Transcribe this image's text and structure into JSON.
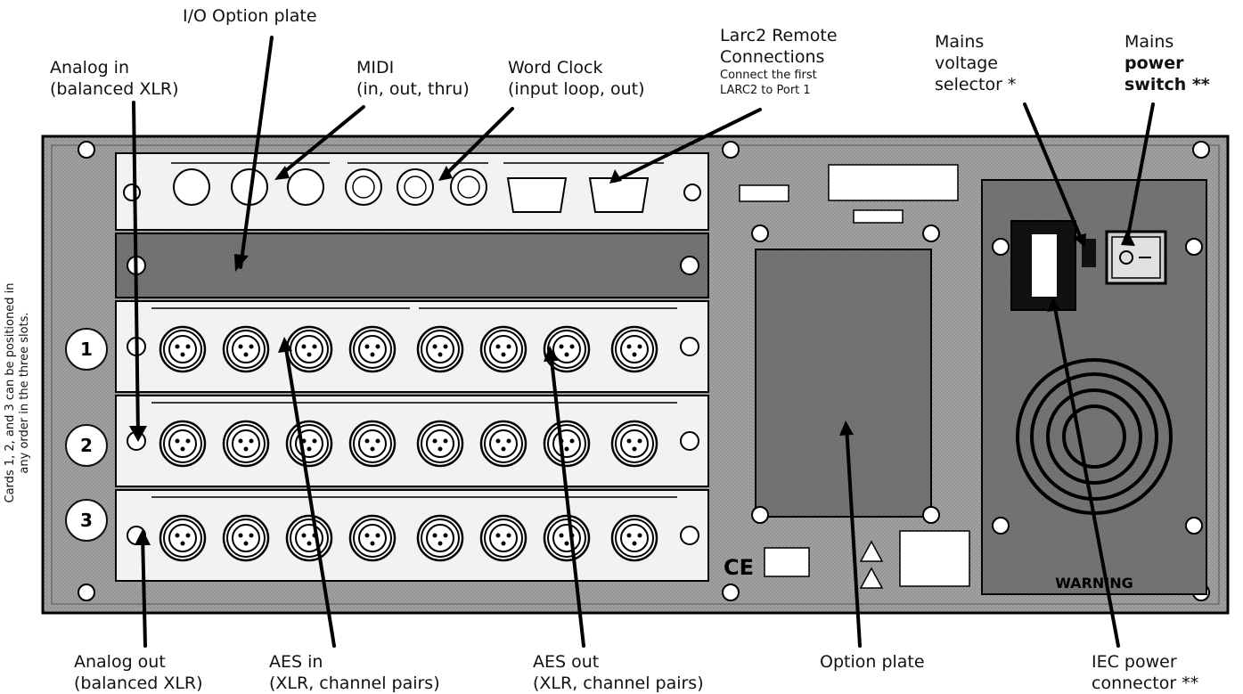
{
  "labels": {
    "io_option_plate": "I/O Option plate",
    "analog_in": [
      "Analog in",
      "(balanced XLR)"
    ],
    "midi": [
      "MIDI",
      "(in, out, thru)"
    ],
    "word_clock": [
      "Word Clock",
      "(input loop, out)"
    ],
    "larc2": [
      "Larc2 Remote",
      "Connections"
    ],
    "larc2_note": [
      "Connect the first",
      "LARC2 to Port 1"
    ],
    "mains_voltage": [
      "Mains",
      "voltage",
      "selector *"
    ],
    "mains_power": [
      "Mains"
    ],
    "mains_power_bold": [
      "power",
      "switch **"
    ],
    "analog_out": [
      "Analog out",
      "(balanced XLR)"
    ],
    "aes_in": [
      "AES in",
      "(XLR, channel pairs)"
    ],
    "aes_out": [
      "AES out",
      "(XLR, channel pairs)"
    ],
    "option_plate": "Option plate",
    "iec_power": [
      "IEC power",
      "connector **"
    ],
    "side_note": [
      "Cards 1, 2, and 3 can be positioned in",
      "any order in the three slots."
    ]
  },
  "slots": [
    "1",
    "2",
    "3"
  ],
  "panel_text": {
    "warning": "WARNING"
  },
  "colors": {
    "panel": "#9a9a9a",
    "card": "#f2f2f2",
    "line": "#000000"
  }
}
